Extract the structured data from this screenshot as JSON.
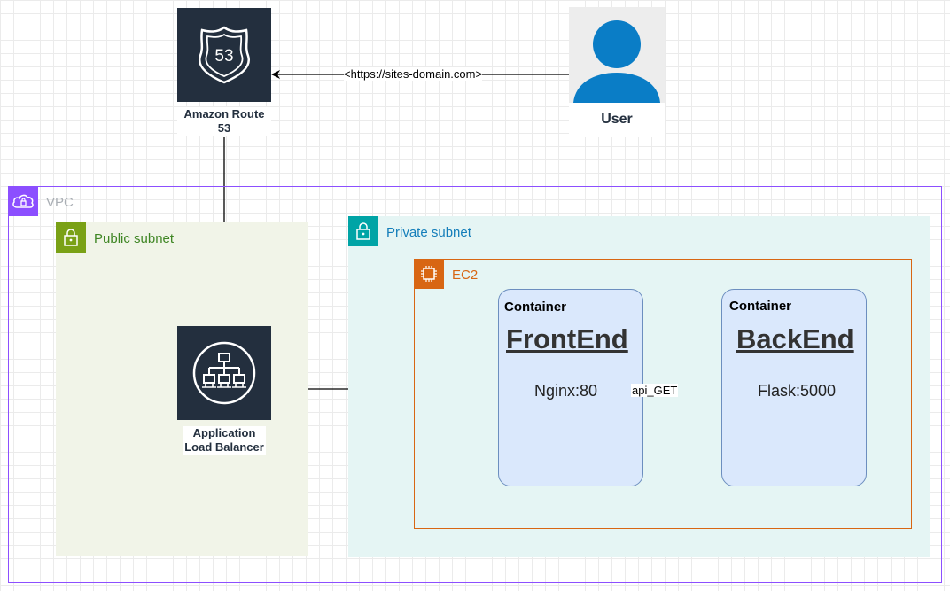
{
  "groups": {
    "vpc": {
      "label": "VPC",
      "color": "#8C4FFF"
    },
    "public_subnet": {
      "label": "Public subnet",
      "color": "#7AA116"
    },
    "private_subnet": {
      "label": "Private subnet",
      "color": "#00A4A6"
    },
    "ec2": {
      "label": "EC2",
      "color": "#D86613"
    }
  },
  "nodes": {
    "route53": {
      "label": "Amazon Route 53",
      "icon": "route53-shield-icon"
    },
    "user": {
      "label": "User",
      "icon": "user-icon"
    },
    "alb": {
      "label": "Application Load Balancer",
      "icon": "load-balancer-icon"
    },
    "frontend": {
      "container_label": "Container",
      "title": "FrontEnd",
      "port": "Nginx:80"
    },
    "backend": {
      "container_label": "Container",
      "title": "BackEnd",
      "port": "Flask:5000"
    }
  },
  "edges": [
    {
      "from": "user",
      "to": "route53",
      "label": "<https://sites-domain.com>"
    },
    {
      "from": "route53",
      "to": "alb",
      "label": ""
    },
    {
      "from": "alb",
      "to": "frontend",
      "label": ""
    },
    {
      "from": "frontend",
      "to": "backend",
      "label": "api_GET"
    }
  ]
}
